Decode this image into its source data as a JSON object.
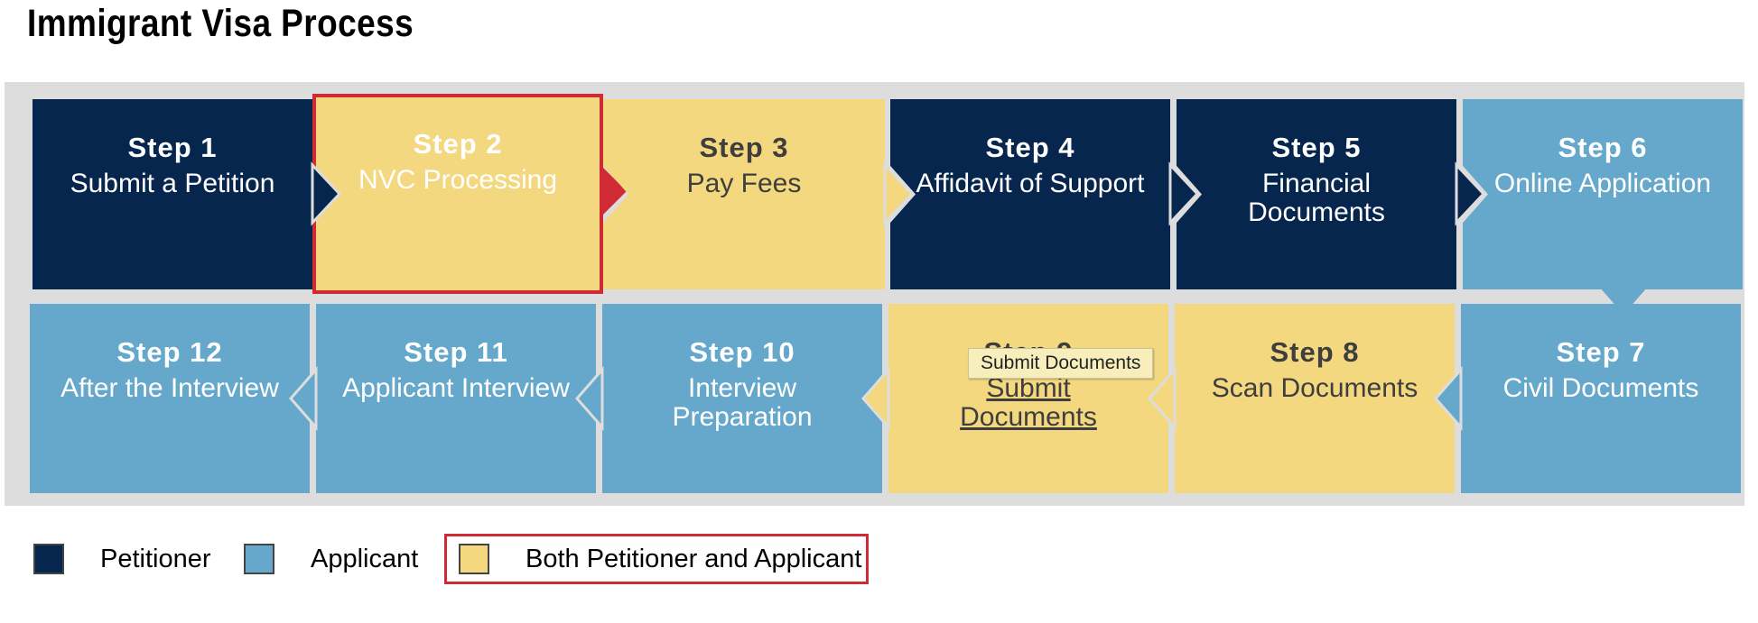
{
  "page": {
    "title": "Immigrant Visa Process"
  },
  "steps": [
    {
      "number": "Step 1",
      "title": "Submit a Petition",
      "role": "petitioner"
    },
    {
      "number": "Step 2",
      "title": "NVC Processing",
      "role": "both"
    },
    {
      "number": "Step 3",
      "title": "Pay Fees",
      "role": "both"
    },
    {
      "number": "Step 4",
      "title": "Affidavit of Support",
      "role": "petitioner"
    },
    {
      "number": "Step 5",
      "title": "Financial Documents",
      "role": "petitioner"
    },
    {
      "number": "Step 6",
      "title": "Online Application",
      "role": "applicant"
    },
    {
      "number": "Step 7",
      "title": "Civil Documents",
      "role": "applicant"
    },
    {
      "number": "Step 8",
      "title": "Scan Documents",
      "role": "both"
    },
    {
      "number": "Step 9",
      "title": "Submit Documents",
      "role": "both"
    },
    {
      "number": "Step 10",
      "title": "Interview Preparation",
      "role": "applicant"
    },
    {
      "number": "Step 11",
      "title": "Applicant Interview",
      "role": "applicant"
    },
    {
      "number": "Step 12",
      "title": "After the Interview",
      "role": "applicant"
    }
  ],
  "selected_step": "Step 2",
  "tooltip": {
    "text": "Submit Documents"
  },
  "legend": [
    {
      "label": "Petitioner",
      "color": "#06264e"
    },
    {
      "label": "Applicant",
      "color": "#65a8cb"
    },
    {
      "label": "Both Petitioner and Applicant",
      "color": "#f3d880"
    }
  ],
  "colors": {
    "petitioner": "#06264e",
    "applicant": "#65a8cb",
    "both": "#f3d880",
    "highlight": "#d02b34",
    "panel": "#dddddd"
  }
}
